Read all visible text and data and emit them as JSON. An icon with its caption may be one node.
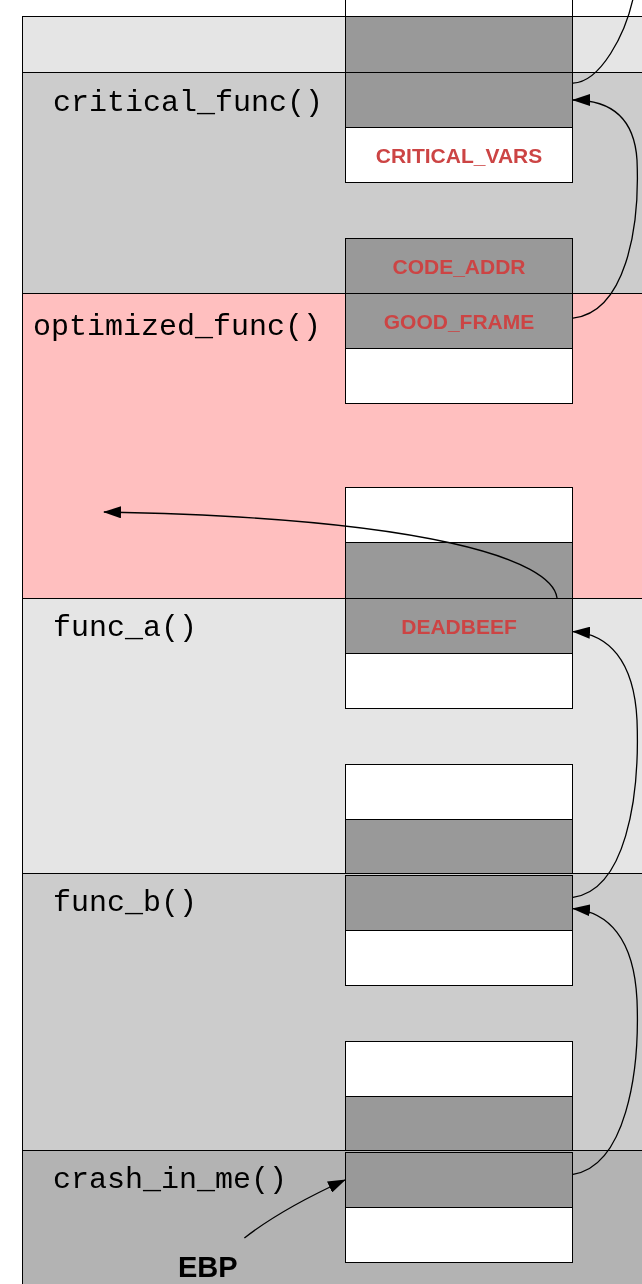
{
  "diagram": {
    "nodes": [
      {
        "text": [],
        "shape": "box"
      },
      {
        "text": [],
        "shape": "box"
      },
      {
        "text": [],
        "shape": "box",
        "in": 1
      },
      {
        "text": [
          "critical_func()"
        ]
      },
      {
        "text": [],
        "shape": "box",
        "in": 3
      },
      {
        "text": [
          "CRITICAL_VARS"
        ],
        "in": 3
      },
      {
        "text": [
          "CODE_ADDR"
        ],
        "in": 3
      },
      {
        "text": [
          "optimized_func()"
        ]
      },
      {
        "text": [
          "GOOD_FRAME"
        ],
        "in": 7
      },
      {
        "text": [],
        "shape": "box",
        "in": 7
      },
      {
        "text": [],
        "shape": "box",
        "in": 7
      },
      {
        "text": [],
        "shape": "box",
        "in": 7
      },
      {
        "text": [
          "func_a()"
        ]
      },
      {
        "text": [
          "DEADBEEF"
        ],
        "in": 12
      },
      {
        "text": [],
        "shape": "box",
        "in": 12
      },
      {
        "text": [],
        "shape": "box",
        "in": 12
      },
      {
        "text": [],
        "shape": "box",
        "in": 12
      },
      {
        "text": [
          "func_b()"
        ]
      },
      {
        "text": [],
        "shape": "box",
        "in": 17
      },
      {
        "text": [],
        "shape": "box",
        "in": 17
      },
      {
        "text": [],
        "shape": "box",
        "in": 17
      },
      {
        "text": [],
        "shape": "box",
        "in": 17
      },
      {
        "text": [
          "crash_in_me()"
        ]
      },
      {
        "text": [],
        "shape": "box",
        "in": 22
      },
      {
        "text": [],
        "shape": "box",
        "in": 22
      },
      {
        "text": [
          "EBP"
        ],
        "in": 22
      }
    ],
    "edges": [
      {
        "from": 4,
        "to": null,
        "arrow": "none"
      },
      {
        "from": 8,
        "to": 4,
        "arrow": "to"
      },
      {
        "from": 13,
        "to": null,
        "arrow": "to"
      },
      {
        "from": 18,
        "to": 13,
        "arrow": "to"
      },
      {
        "from": 23,
        "to": 18,
        "arrow": "to"
      },
      {
        "from": 25,
        "to": 23,
        "arrow": "to"
      }
    ]
  }
}
